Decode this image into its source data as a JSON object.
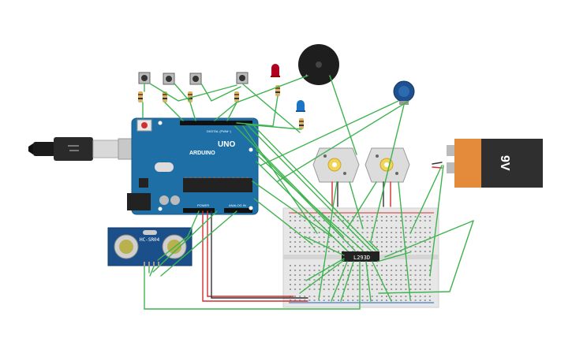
{
  "components": {
    "arduino": {
      "brand": "ARDUINO",
      "model": "UNO",
      "power_label": "POWER",
      "analog_label": "ANALOG IN",
      "digital_label": "DIGITAL (PWM~)"
    },
    "ultrasonic": {
      "model": "HC-SR04"
    },
    "ic": {
      "label": "L293D"
    },
    "battery": {
      "label": "9V"
    },
    "buzzer": {
      "plus": "+",
      "minus": "-"
    }
  },
  "colors": {
    "wire_green": "#3fb34f",
    "wire_red": "#d32f2f",
    "wire_black": "#333333",
    "arduino_board": "#1f6fa7",
    "sensor_board": "#1a4f8a",
    "breadboard": "#e7e7e7",
    "battery_body": "#2f2f2f",
    "battery_label": "#e38b3a",
    "usb_cable": "#222222"
  }
}
